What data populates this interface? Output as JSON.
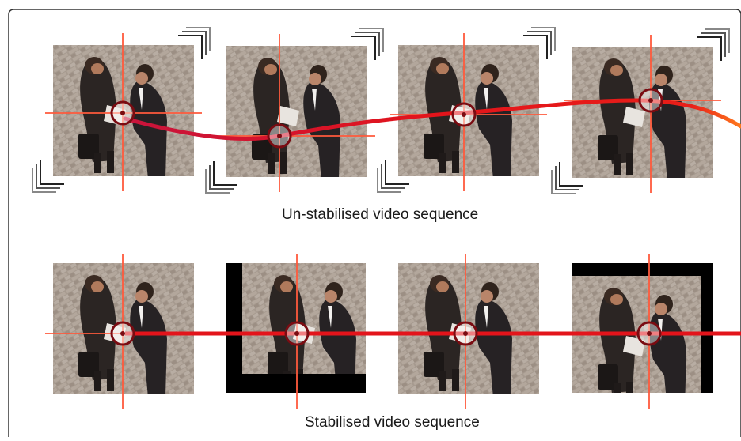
{
  "diagram": {
    "top_row": {
      "caption": "Un-stabilised video sequence",
      "frame_count": 4
    },
    "bottom_row": {
      "caption": "Stabilised video sequence",
      "frame_count": 4
    }
  },
  "colors": {
    "background": "#ffffff",
    "border": "#333333",
    "crosshair": "#ff5a3c",
    "trajectory": "#e3141b",
    "trajectory_start": "#c8143c",
    "trajectory_end": "#ff7a1e",
    "target_ring": "#7a0c12",
    "black_border": "#000000",
    "pavement": "#a5978c"
  }
}
